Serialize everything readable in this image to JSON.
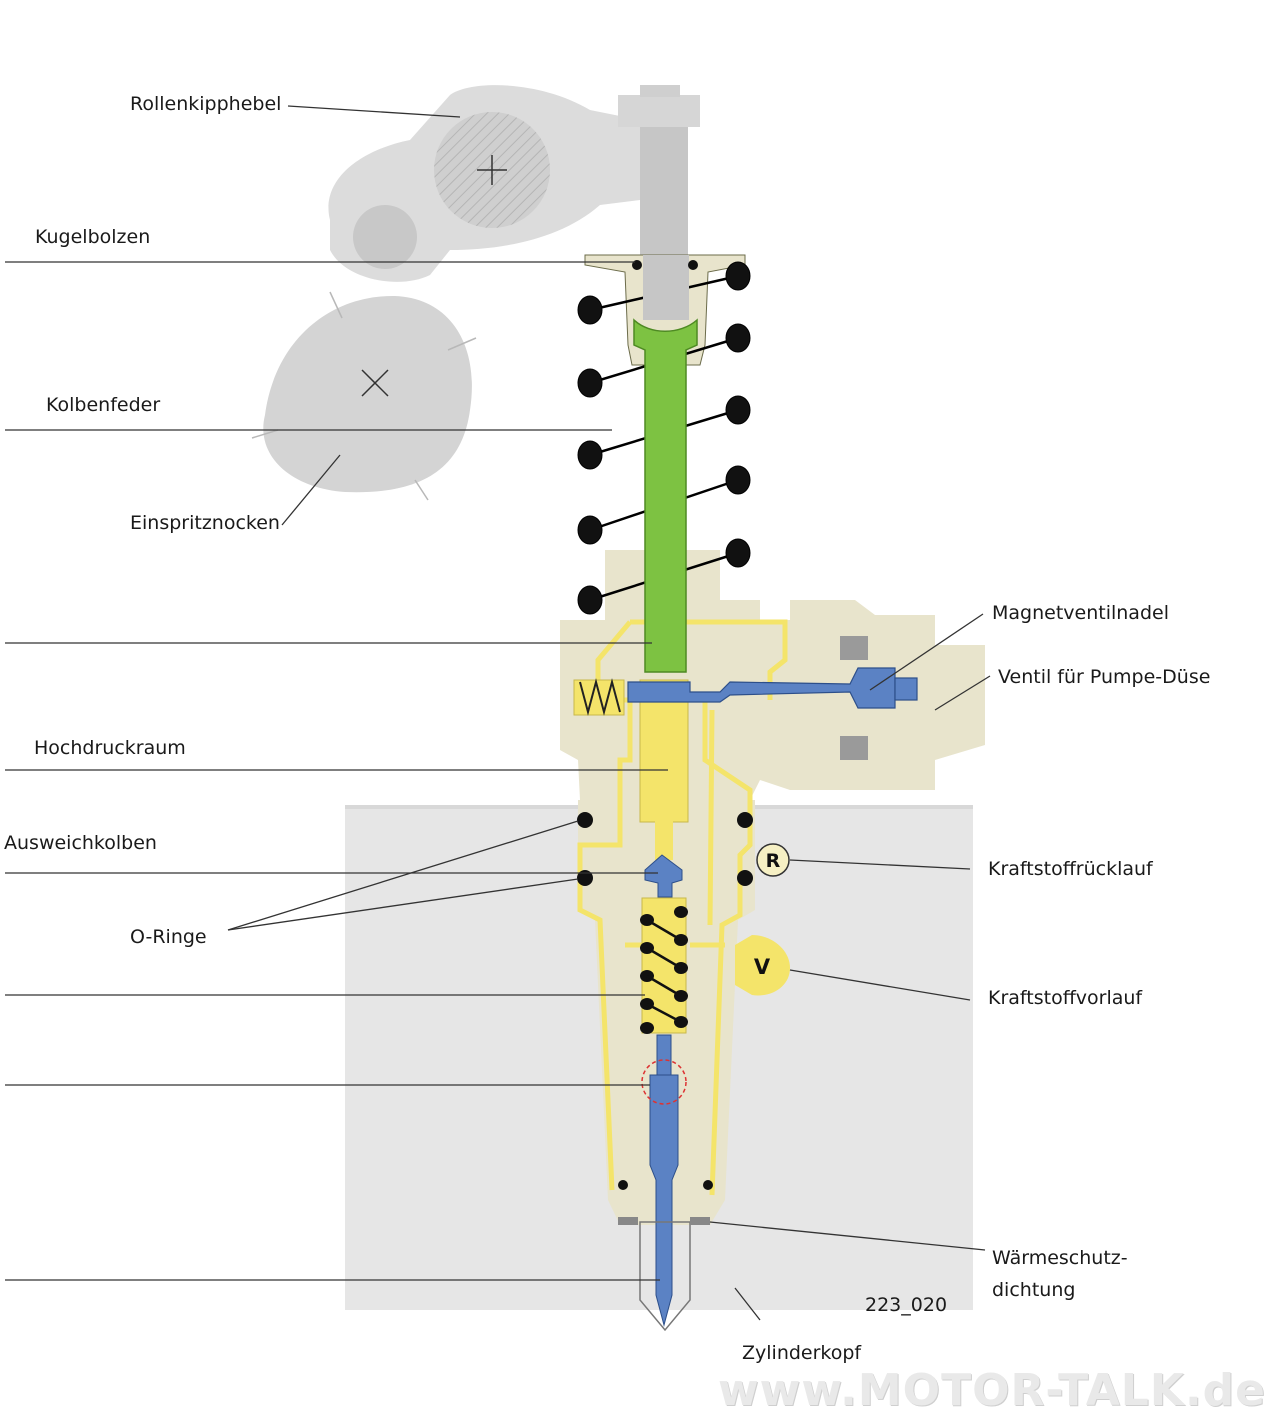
{
  "labels": {
    "rollenkipphebel": "Rollenkipphebel",
    "kugelbolzen": "Kugelbolzen",
    "kolbenfeder": "Kolbenfeder",
    "einspritznocken": "Einspritznocken",
    "magnetventilnadel": "Magnetventilnadel",
    "ventil": "Ventil für Pumpe-Düse",
    "hochdruckraum": "Hochdruckraum",
    "ausweichkolben": "Ausweichkolben",
    "kraftstoffruecklauf": "Kraftstoffrücklauf",
    "o_ringe": "O-Ringe",
    "kraftstoffvorlauf": "Kraftstoffvorlauf",
    "waermeschutz_1": "Wärmeschutz-",
    "waermeschutz_2": "dichtung",
    "zylinderkopf": "Zylinderkopf"
  },
  "badges": {
    "return": "R",
    "supply": "V"
  },
  "figure_code": "223_020",
  "watermark": "www.MOTOR-TALK.de",
  "colors": {
    "piston_green": "#7dc242",
    "fuel_yellow": "#f4e46a",
    "needle_blue": "#5b82c4",
    "housing_beige": "#e8e4cc",
    "cylinder_head_gray": "#e6e6e6",
    "cam_gray": "#d4d4d4"
  }
}
